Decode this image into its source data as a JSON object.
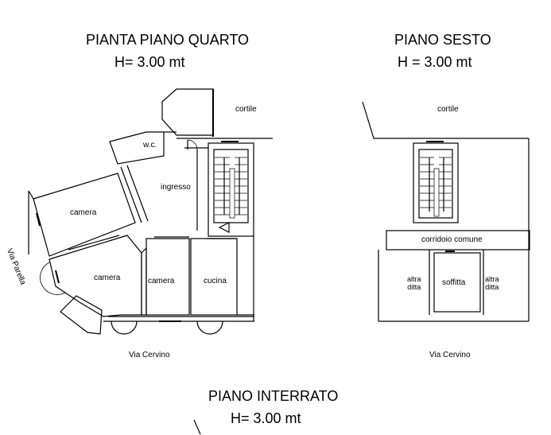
{
  "plan4": {
    "title": "PIANTA PIANO QUARTO",
    "height": "H= 3.00 mt",
    "rooms": {
      "cortile": "cortile",
      "wc": "w.c.",
      "ingresso": "ingresso",
      "camera_upper": "camera",
      "camera_lower": "camera",
      "camera_mid": "camera",
      "cucina": "cucina"
    },
    "streets": {
      "side": "Via Parella",
      "bottom": "Via Cervino"
    }
  },
  "plan6": {
    "title": "PIANO SESTO",
    "height": "H = 3.00 mt",
    "rooms": {
      "cortile": "cortile",
      "corridoio": "corridoio comune",
      "altra_left_1": "altra",
      "altra_left_2": "ditta",
      "soffitta": "soffitta",
      "altra_right_1": "altra",
      "altra_right_2": "ditta"
    },
    "streets": {
      "bottom": "Via Cervino"
    }
  },
  "planB": {
    "title": "PIANO INTERRATO",
    "height": "H= 3.00 mt"
  }
}
